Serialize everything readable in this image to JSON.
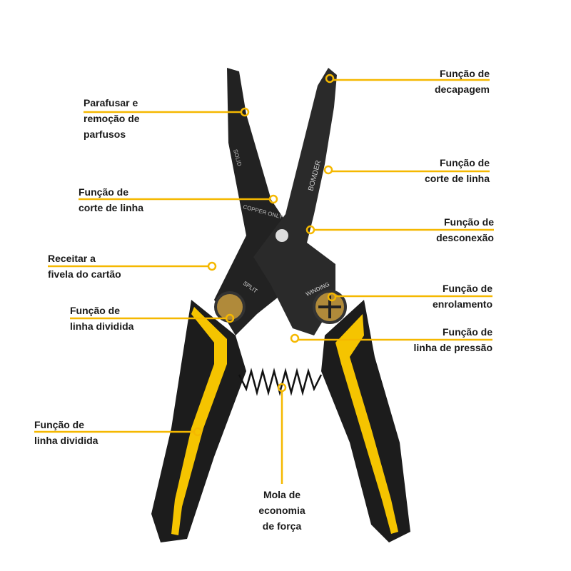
{
  "accent_color": "#f5b800",
  "labels": {
    "decapagem": [
      "Função de",
      "decapagem"
    ],
    "parafusar": [
      "Parafusar e",
      "remoção de",
      "parfusos"
    ],
    "corte_right": [
      "Função de",
      "corte de linha"
    ],
    "corte_left": [
      "Função de",
      "corte de linha"
    ],
    "desconexao": [
      "Função de",
      "desconexão"
    ],
    "receitar": [
      "Receitar a",
      "fivela do cartão"
    ],
    "enrolamento": [
      "Função de",
      "enrolamento"
    ],
    "dividida_upper": [
      "Função de",
      "linha dividida"
    ],
    "pressao": [
      "Função de",
      "linha de pressão"
    ],
    "dividida_lower": [
      "Função de",
      "linha dividida"
    ],
    "mola": [
      "Mola de",
      "economia",
      "de força"
    ]
  },
  "tool_markings": {
    "brand": "BOMDER",
    "solid": "SOLID",
    "copper": "COPPER ONLY",
    "split": "SPLIT",
    "winding": "WINDING"
  }
}
